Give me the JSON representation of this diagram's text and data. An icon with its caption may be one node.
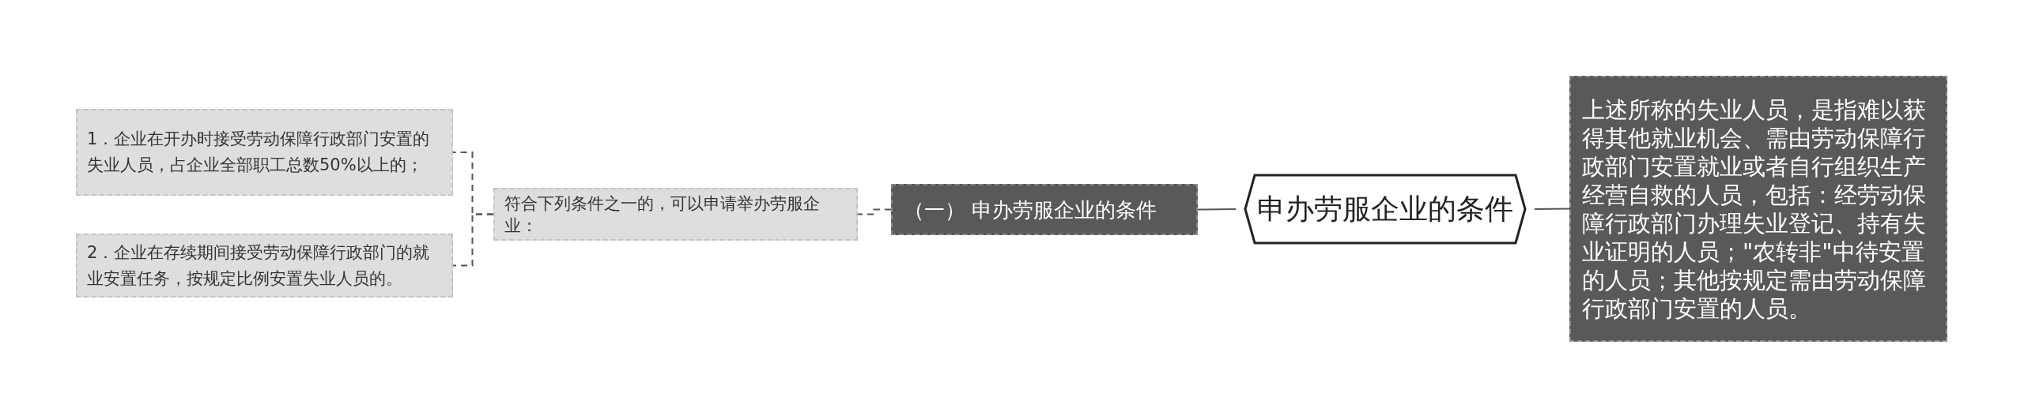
{
  "diagram": {
    "nodes": [
      {
        "text": [
          "1．企业在开办时接受劳动保障行政部门安置的失业人员，占企业全部职工总数50%以上的；"
        ]
      },
      {
        "text": [
          "2．企业在存续期间接受劳动保障行政部门的就业安置任务，按规定比例安置失业人员的。"
        ]
      },
      {
        "text": [
          "符合下列条件之一的，可以申请举办劳服企业："
        ]
      },
      {
        "text": [
          "（一） 申办劳服企业的条件"
        ]
      },
      {
        "text": [
          "申办劳服企业的条件"
        ]
      },
      {
        "text": [
          "上述所称的失业人员，是指难以获得其他就业机会、需由劳动保障行政部门安置就业或者自行组织生产经营自救的人员，包括：经劳动保障行政部门办理失业登记、持有失业证明的人员；\"农转非\"中待安置的人员；其他按规定需由劳动保障行政部门安置的人员。"
        ]
      }
    ],
    "edges": [
      {
        "from": 4,
        "to": 3,
        "arrow": "none"
      },
      {
        "from": 4,
        "to": 5,
        "arrow": "none"
      },
      {
        "from": 3,
        "to": 2,
        "arrow": "none",
        "style": "dashed"
      },
      {
        "from": 2,
        "to": 0,
        "arrow": "none",
        "style": "dashed"
      },
      {
        "from": 2,
        "to": 1,
        "arrow": "none",
        "style": "dashed"
      }
    ]
  }
}
